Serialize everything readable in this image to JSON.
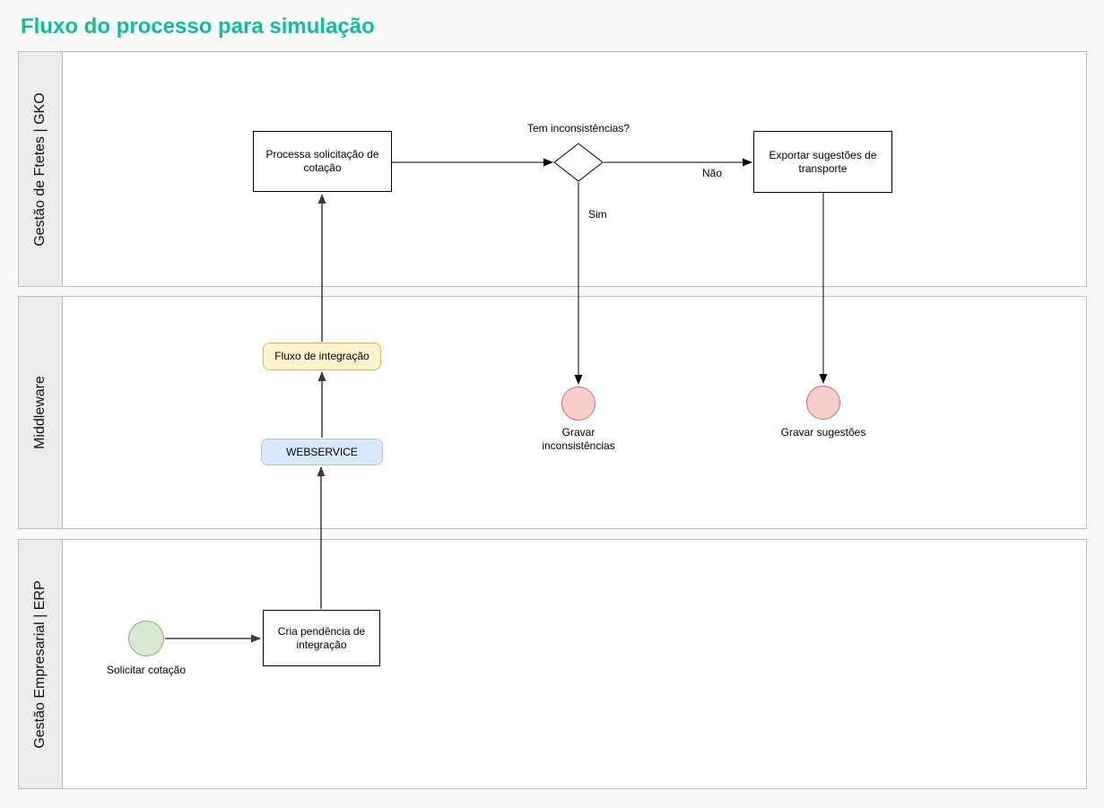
{
  "title": "Fluxo do processo para simulação",
  "lanes": [
    {
      "label": "Gestão de Ftetes | GKO"
    },
    {
      "label": "Middleware"
    },
    {
      "label": "Gestão Empresarial | ERP"
    }
  ],
  "nodes": {
    "processa_solicitacao": "Processa solicitação de cotação",
    "decision_question": "Tem inconsistências?",
    "exportar_sugestoes": "Exportar sugestões de transporte",
    "fluxo_integracao": "Fluxo de integração",
    "webservice": "WEBSERVICE",
    "cria_pendencia": "Cria pendência de integração",
    "gravar_inconsistencias": "Gravar inconsistências",
    "gravar_sugestoes": "Gravar sugestões",
    "solicitar_cotacao": "Solicitar cotação"
  },
  "edge_labels": {
    "sim": "Sim",
    "nao": "Não"
  },
  "colors": {
    "title": "#0fbf95",
    "lane_header_fill": "#ececec",
    "lane_border": "#bdbdbd",
    "task_fill": "#ffffff",
    "task_border": "#000000",
    "integration_fill": "#fff2cc",
    "integration_border": "#d6b656",
    "webservice_fill": "#dae8fc",
    "webservice_border": "#a9c4eb",
    "start_event_fill": "#d5e8d4",
    "start_event_border": "#82b366",
    "end_event_fill": "#f8cecc",
    "end_event_border": "#c9716d"
  }
}
